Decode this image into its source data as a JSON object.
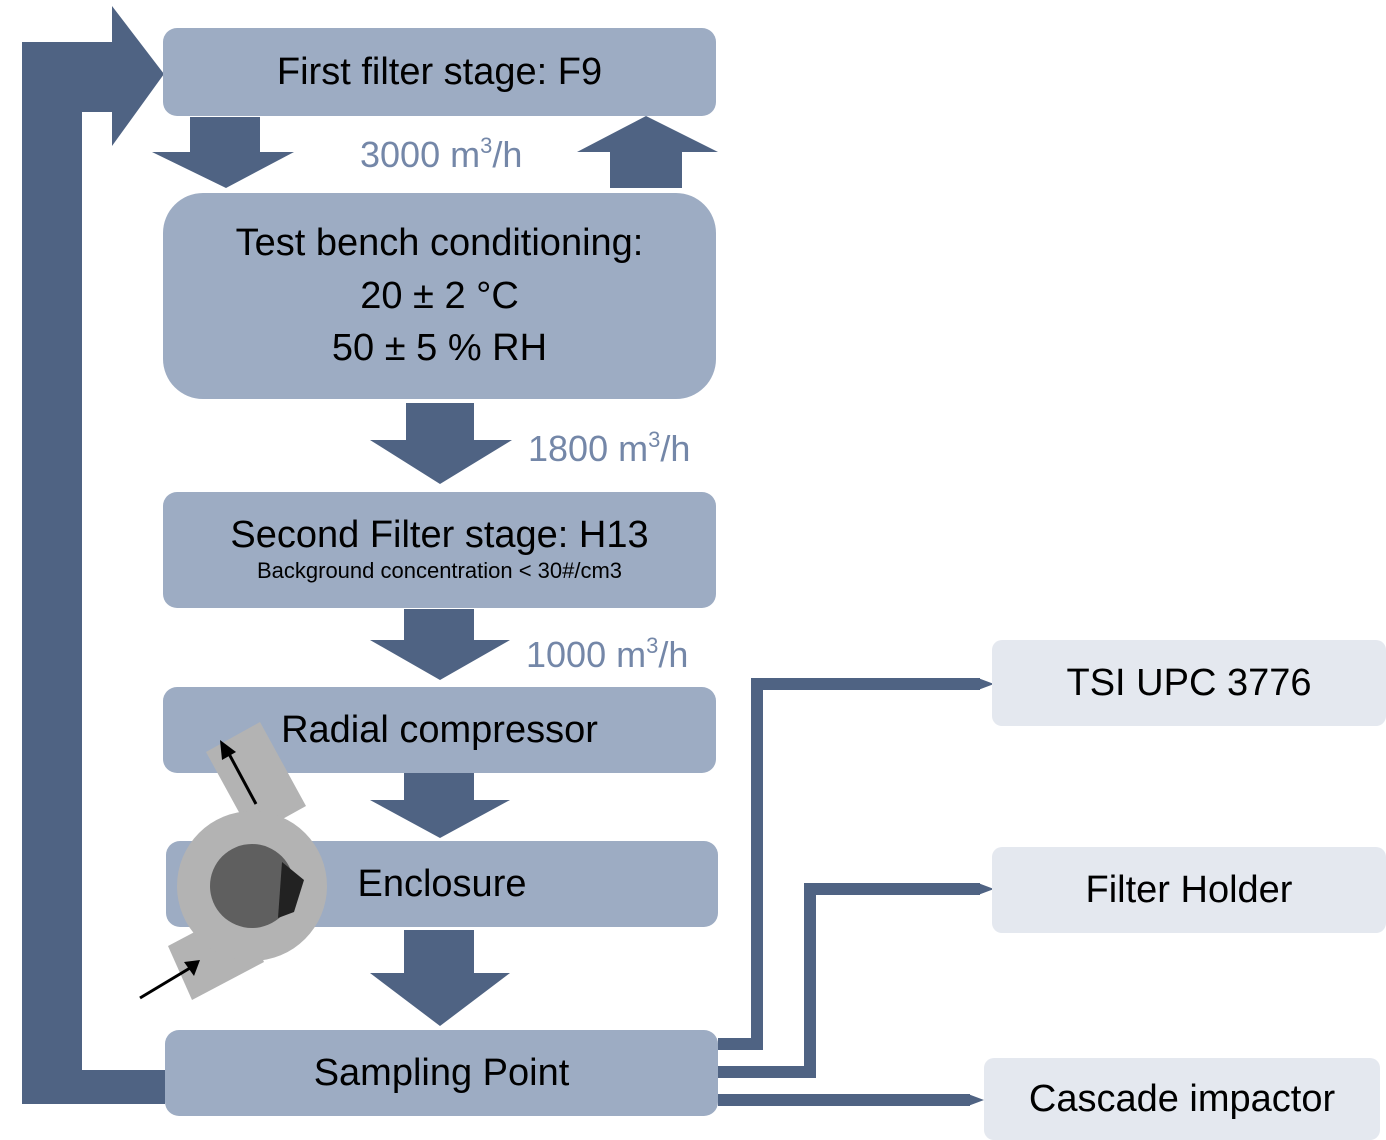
{
  "boxes": {
    "first_filter": {
      "label": "First filter stage: F9"
    },
    "conditioning": {
      "lines": [
        "Test bench conditioning:",
        "20 ± 2 °C",
        "50 ± 5 % RH"
      ]
    },
    "second_filter": {
      "label": "Second Filter stage: H13",
      "sublabel": "Background concentration < 30#/cm3"
    },
    "compressor": {
      "label": "Radial compressor"
    },
    "enclosure": {
      "label": "Enclosure"
    },
    "sampling": {
      "label": "Sampling Point"
    },
    "tsi": {
      "label": "TSI UPC 3776"
    },
    "filter_holder": {
      "label": "Filter Holder"
    },
    "impactor": {
      "label": "Cascade impactor"
    }
  },
  "flows": [
    {
      "value": "3000 m",
      "sup": "3",
      "unit": "/h"
    },
    {
      "value": "1800 m",
      "sup": "3",
      "unit": "/h"
    },
    {
      "value": "1000 m",
      "sup": "3",
      "unit": "/h"
    }
  ],
  "colors": {
    "arrow": "#4f6383",
    "box": "#9dacc3",
    "box_light": "#e4e8ef",
    "flow_text": "#7487a8",
    "fan_body": "#b3b3b3",
    "fan_hub": "#5f5f5f"
  }
}
